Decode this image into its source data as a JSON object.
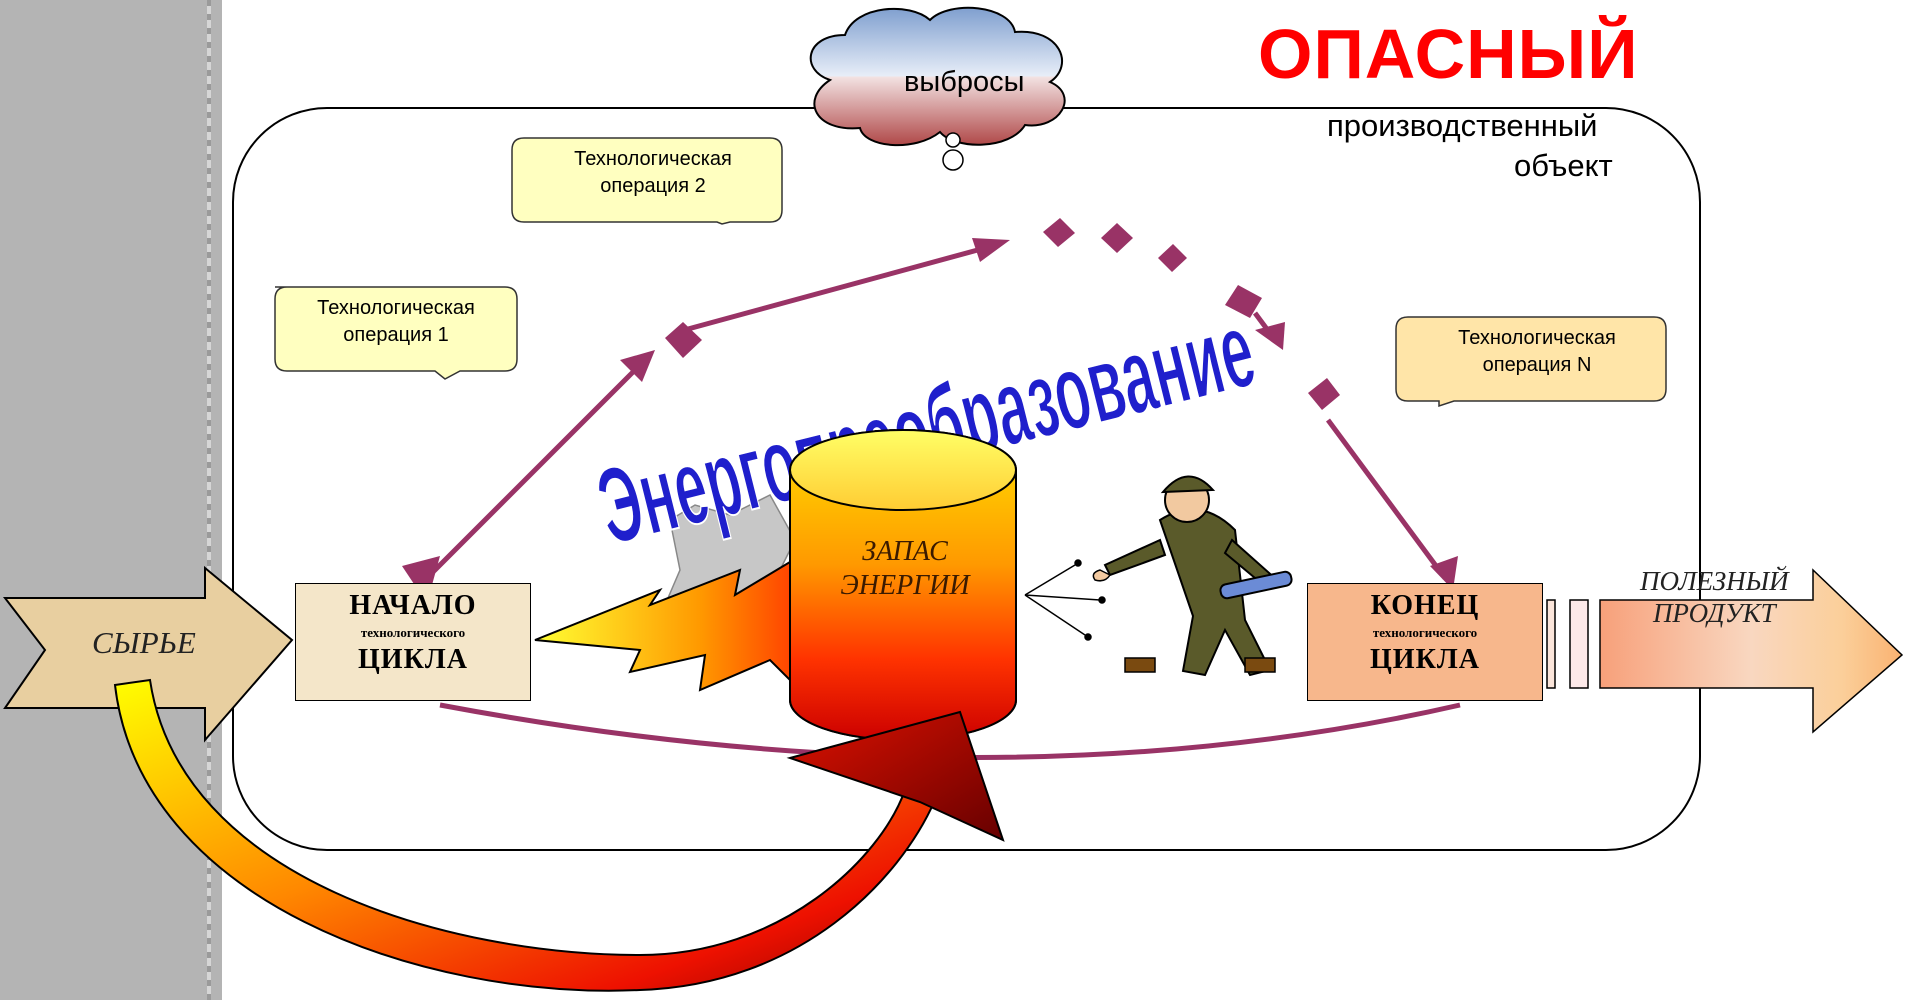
{
  "header": {
    "title": "ОПАСНЫЙ",
    "subtitle_line1": "производственный",
    "subtitle_line2": "объект"
  },
  "cloud": {
    "label": "выбросы"
  },
  "callouts": [
    {
      "line1": "Технологическая",
      "line2": "операция 1"
    },
    {
      "line1": "Технологическая",
      "line2": "операция 2"
    },
    {
      "line1": "Технологическая",
      "line2": "операция N"
    }
  ],
  "start_box": {
    "title": "НАЧАЛО",
    "sub": "технологического",
    "bottom": "ЦИКЛА"
  },
  "end_box": {
    "title": "КОНЕЦ",
    "sub": "технологического",
    "bottom": "ЦИКЛА"
  },
  "raw_material": "СЫРЬЕ",
  "useful_product": {
    "line1": "ПОЛЕЗНЫЙ",
    "line2": "ПРОДУКТ"
  },
  "energy_store": {
    "line1": "ЗАПАС",
    "line2": "ЭНЕРГИИ"
  },
  "energy_transform": "Энергопреобразование",
  "colors": {
    "title_red": "#ff0000",
    "cycle_arrow": "#993366",
    "transform_text": "#1f1fcc",
    "start_box_fill": "#f4e6c9",
    "end_box_fill": "#f7b78c",
    "callout_fill_yellow": "#ffffc0",
    "callout_fill_tan": "#ffe5a8",
    "raw_fill": "#e8cfa0"
  }
}
